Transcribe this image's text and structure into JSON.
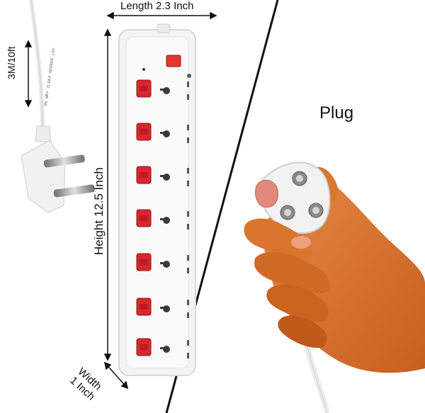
{
  "labels": {
    "length": "Length 2.3 Inch",
    "cable": "3M/10ft",
    "height": "Height 12.5 Inch",
    "width_line1": "Width",
    "width_line2": "1 Inch",
    "plug": "Plug"
  },
  "strip": {
    "socket_count": 7,
    "switch_color": "#d9272e",
    "master_switch_color": "#e8352b",
    "body_color": "#f4f4f4"
  },
  "colors": {
    "divider": "#111111",
    "skin": "#d86f2c",
    "plug_body": "#f2f2f2",
    "pin": "#8a8a8a"
  }
}
